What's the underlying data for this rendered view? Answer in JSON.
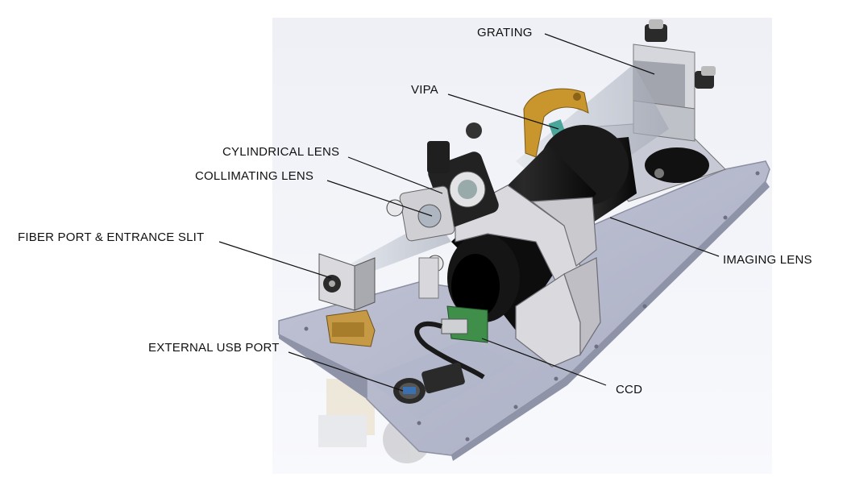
{
  "labels": {
    "grating": "GRATING",
    "vipa": "VIPA",
    "cylindrical_lens": "CYLINDRICAL LENS",
    "collimating_lens": "COLLIMATING LENS",
    "fiber_port": "FIBER PORT & ENTRANCE SLIT",
    "imaging_lens": "IMAGING LENS",
    "external_usb_port": "EXTERNAL USB PORT",
    "ccd": "CCD"
  },
  "colors": {
    "base_plate": "#b9bccf",
    "lens_black": "#141414",
    "mount_gray": "#d9d9dc",
    "brass": "#c9962e",
    "pcb_green": "#3f8f4a"
  }
}
